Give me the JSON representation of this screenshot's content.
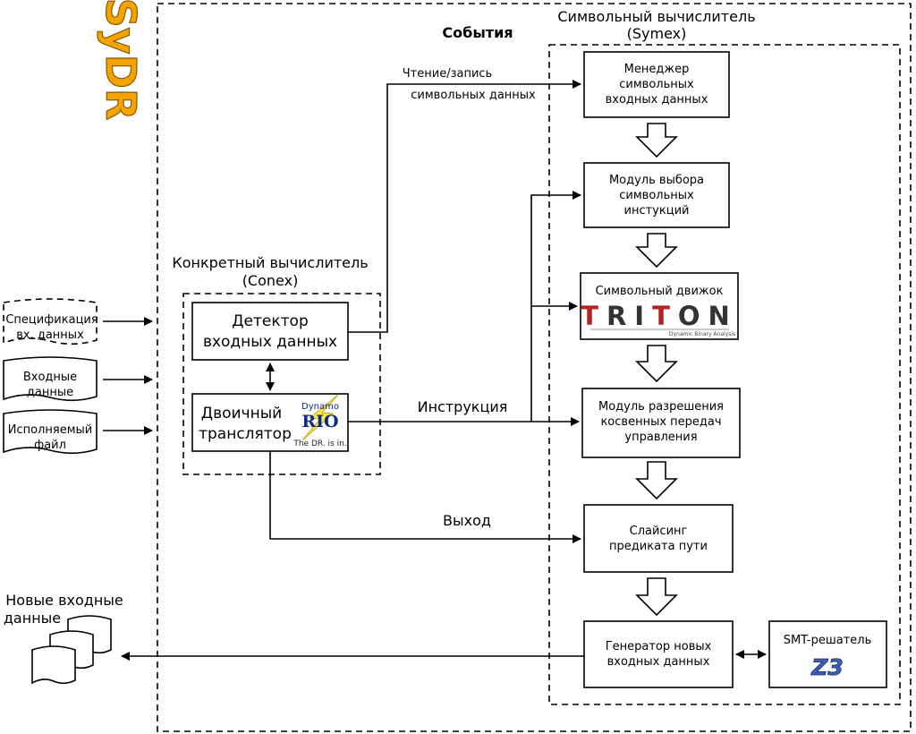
{
  "events_label": "События",
  "symex": {
    "title_line1": "Символьный вычислитель",
    "title_line2": "(Symex)"
  },
  "conex": {
    "title_line1": "Конкретный вычислитель",
    "title_line2": "(Conex)"
  },
  "inputs": {
    "spec": [
      "Спецификация",
      "вх. данных"
    ],
    "input_data": [
      "Входные",
      "данные"
    ],
    "executable": [
      "Исполняемый",
      "файл"
    ]
  },
  "conex_blocks": {
    "detector": [
      "Детектор",
      "входных данных"
    ],
    "translator": [
      "Двоичный",
      "транслятор"
    ]
  },
  "dynamorio": {
    "top": "Dynamo",
    "main": "RIO",
    "tagline": "The DR. is in."
  },
  "symex_blocks": {
    "manager": [
      "Менеджер",
      "символьных",
      "входных данных"
    ],
    "selector": [
      "Модуль выбора",
      "символьных",
      "инстукций"
    ],
    "engine": "Символьный движок",
    "resolver": [
      "Модуль разрешения",
      "косвенных передач",
      "управления"
    ],
    "slicing": [
      "Слайсинг",
      "предиката пути"
    ],
    "generator": [
      "Генератор новых",
      "входных данных"
    ],
    "smt": "SMT-решатель"
  },
  "triton": {
    "word": "TRITON",
    "tagline": "Dynamic Binary Analysis"
  },
  "z3": "Z3",
  "edges": {
    "rw_line1": "Чтение/запись",
    "rw_line2": "символьных данных",
    "instruction": "Инструкция",
    "output": "Выход"
  },
  "new_inputs": [
    "Новые входные",
    "данные"
  ],
  "logo": "SyDR",
  "colors": {
    "triton_red": "#b22222",
    "triton_dark": "#333333",
    "rio_blue": "#0b2a8a",
    "bolt_yellow": "#ffe84a",
    "logo_orange": "#f4a300",
    "z3_blue": "#3a5fb8"
  }
}
